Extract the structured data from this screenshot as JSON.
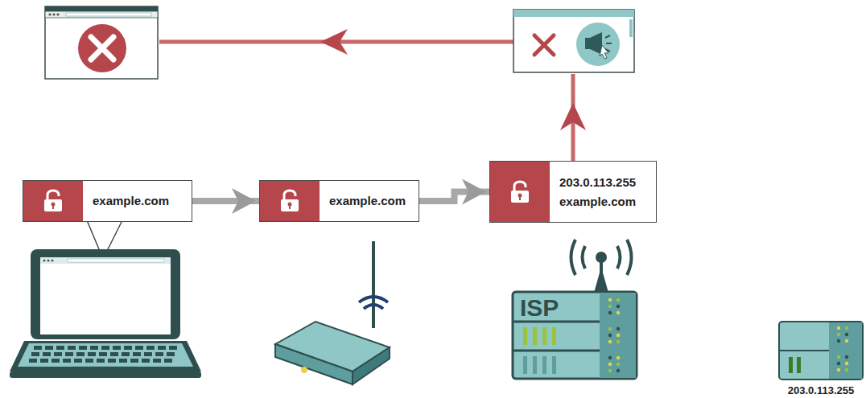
{
  "diagram": {
    "nodes": [
      {
        "text": [
          "example.com"
        ]
      },
      {
        "text": [
          "example.com"
        ]
      },
      {
        "text": [
          "203.0.113.255",
          "example.com"
        ]
      }
    ],
    "edges": [
      {
        "from": 0,
        "to": 1,
        "arrow": "to"
      },
      {
        "from": 1,
        "to": 2,
        "arrow": "to"
      }
    ],
    "labels": [
      "ISP",
      "203.0.113.255"
    ]
  }
}
